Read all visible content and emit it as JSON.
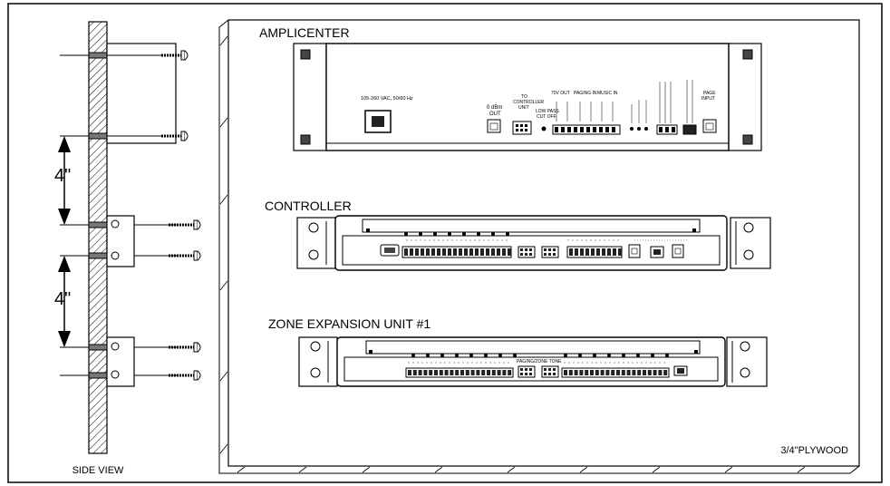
{
  "side_view": {
    "label": "SIDE VIEW",
    "spacing_top": "4\"",
    "spacing_bottom": "4\""
  },
  "board": {
    "label": "3/4\"PLYWOOD"
  },
  "amplicenter": {
    "title": "AMPLICENTER",
    "power_label": "105-260 VAC, 50/60 Hz",
    "dbm_label_1": "0 dBm",
    "dbm_label_2": "OUT",
    "to_controller_1": "TO",
    "to_controller_2": "CONTROLLER",
    "to_controller_3": "UNIT",
    "low_pass": "LOW PASS",
    "low_pass_2": "CUT OFF",
    "out_70v": "70V OUT",
    "paging_in": "PAGING IN",
    "music_in": "MUSIC IN",
    "page_input_1": "PAGE",
    "page_input_2": "INPUT"
  },
  "controller": {
    "title": "CONTROLLER"
  },
  "zone_expansion": {
    "title": "ZONE EXPANSION UNIT #1",
    "center_label": "PAGING/ZONE TONE"
  }
}
